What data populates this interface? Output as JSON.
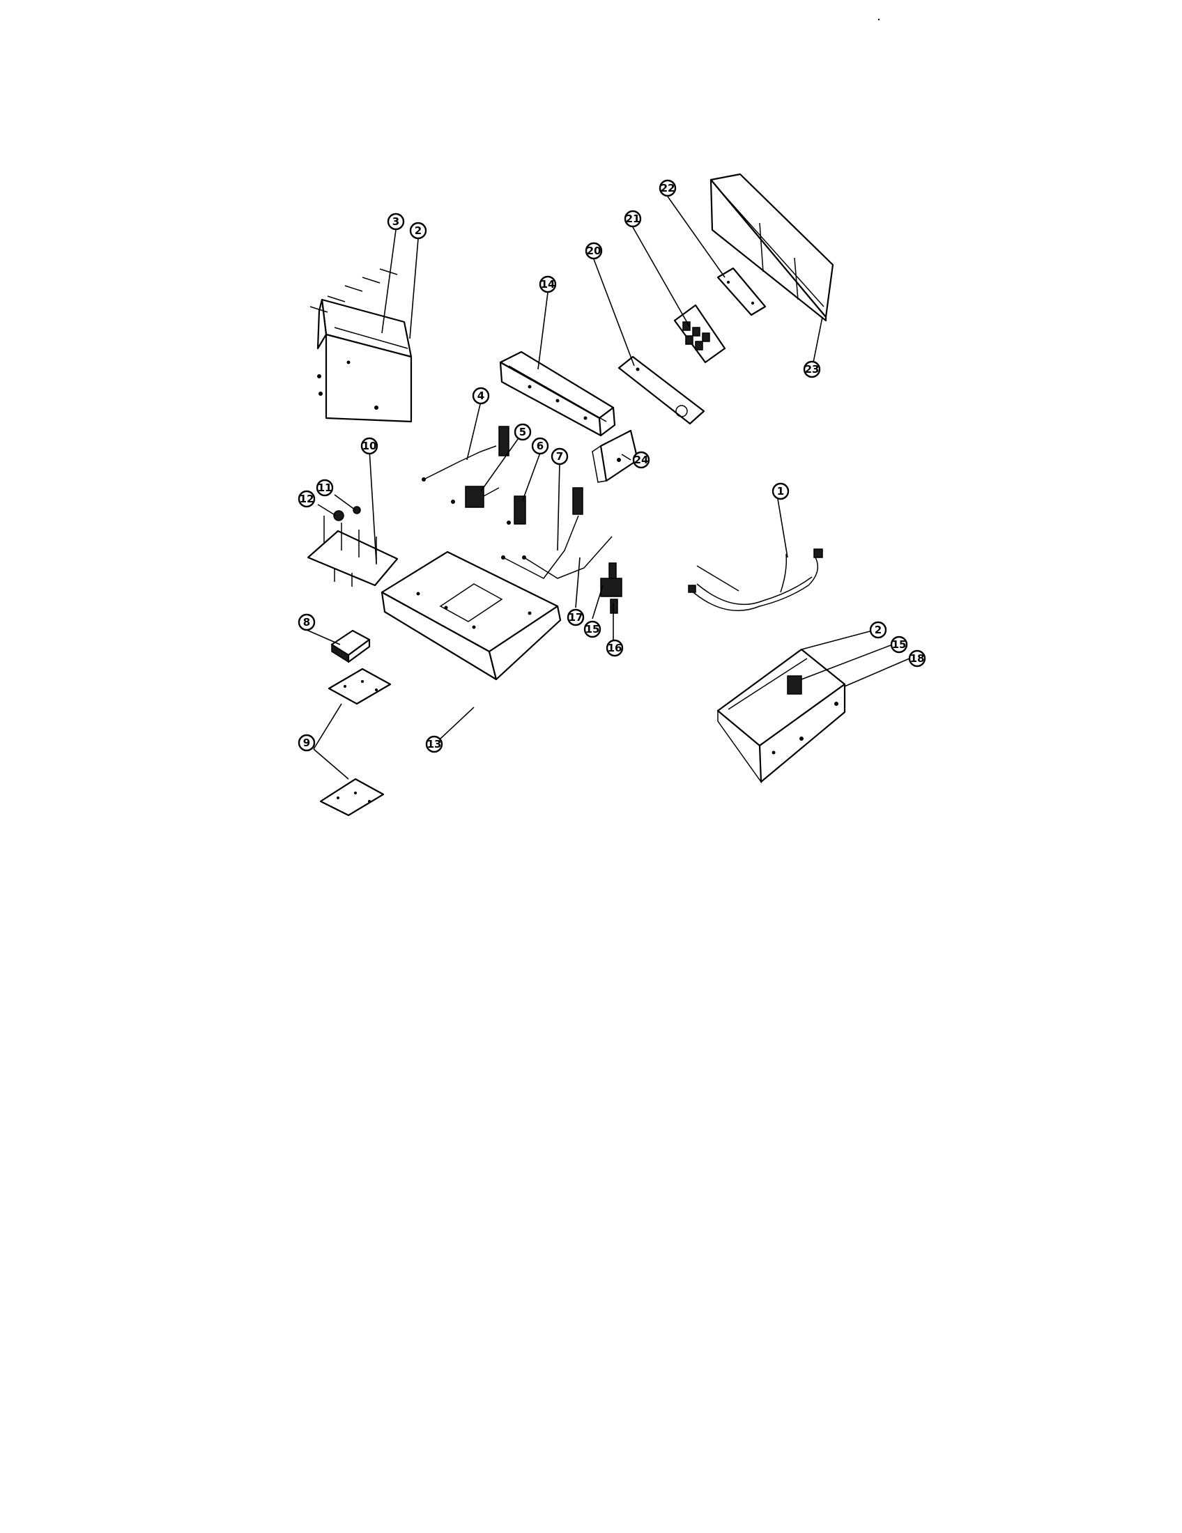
{
  "diagram": {
    "callouts": [
      {
        "id": "c3",
        "label": "3"
      },
      {
        "id": "c2a",
        "label": "2"
      },
      {
        "id": "c14",
        "label": "14"
      },
      {
        "id": "c20",
        "label": "20"
      },
      {
        "id": "c21",
        "label": "21"
      },
      {
        "id": "c22",
        "label": "22"
      },
      {
        "id": "c23",
        "label": "23"
      },
      {
        "id": "c4",
        "label": "4"
      },
      {
        "id": "c5",
        "label": "5"
      },
      {
        "id": "c6",
        "label": "6"
      },
      {
        "id": "c7",
        "label": "7"
      },
      {
        "id": "c24",
        "label": "24"
      },
      {
        "id": "c10",
        "label": "10"
      },
      {
        "id": "c11",
        "label": "11"
      },
      {
        "id": "c12",
        "label": "12"
      },
      {
        "id": "c1",
        "label": "1"
      },
      {
        "id": "c17",
        "label": "17"
      },
      {
        "id": "c15a",
        "label": "15"
      },
      {
        "id": "c16",
        "label": "16"
      },
      {
        "id": "c8",
        "label": "8"
      },
      {
        "id": "c13",
        "label": "13"
      },
      {
        "id": "c9",
        "label": "9"
      },
      {
        "id": "c2b",
        "label": "2"
      },
      {
        "id": "c15b",
        "label": "15"
      },
      {
        "id": "c18",
        "label": "18"
      }
    ]
  }
}
